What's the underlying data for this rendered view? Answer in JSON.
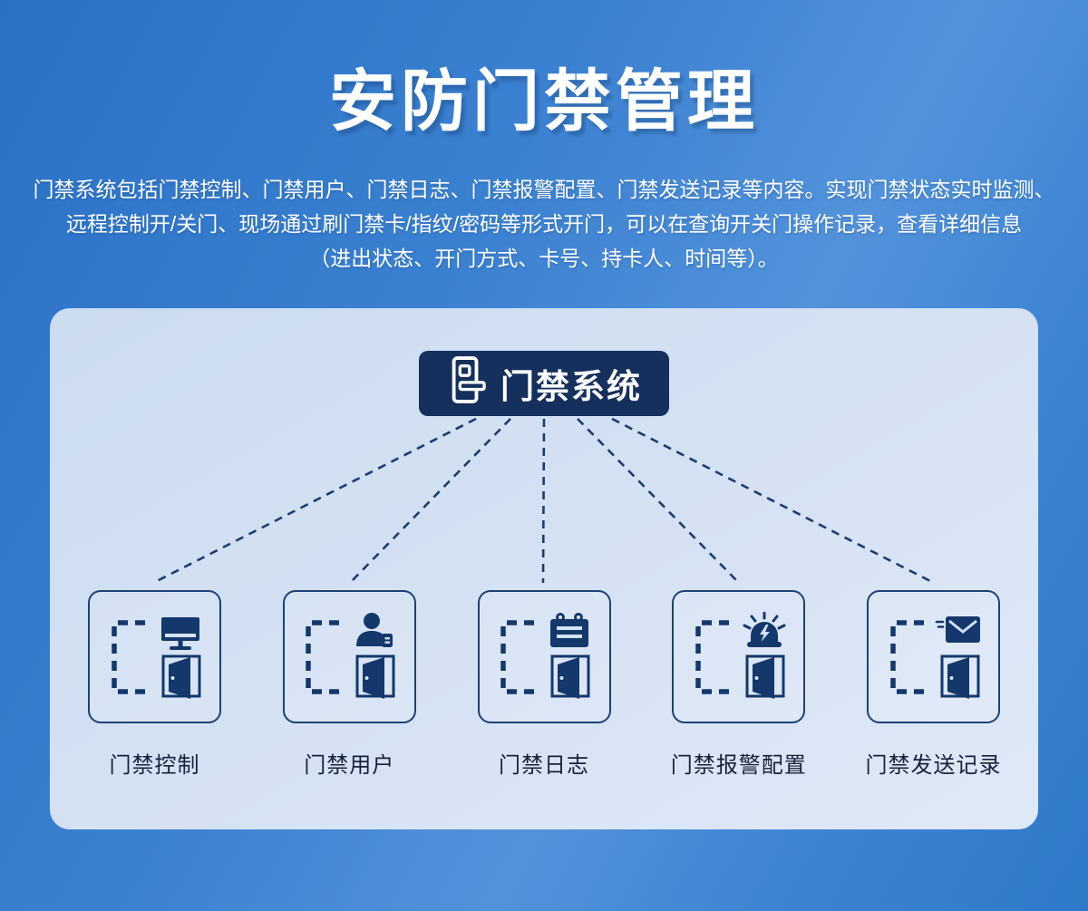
{
  "page": {
    "title": "安防门禁管理",
    "description_lines": [
      "门禁系统包括门禁控制、门禁用户、门禁日志、门禁报警配置、门禁发送记录等内容。实现门禁状态实时监测、",
      "远程控制开/关门、现场通过刷门禁卡/指纹/密码等形式开门，可以在查询开关门操作记录，查看详细信息",
      "（进出状态、开门方式、卡号、持卡人、时间等）。"
    ]
  },
  "diagram": {
    "root": {
      "label": "门禁系统",
      "icon": "door-lock-icon"
    },
    "nodes": [
      {
        "label": "门禁控制",
        "icon": "monitor-icon"
      },
      {
        "label": "门禁用户",
        "icon": "user-badge-icon"
      },
      {
        "label": "门禁日志",
        "icon": "calendar-log-icon"
      },
      {
        "label": "门禁报警配置",
        "icon": "alarm-siren-icon"
      },
      {
        "label": "门禁发送记录",
        "icon": "mail-send-icon"
      }
    ],
    "colors": {
      "page_gradient_start": "#2A71C6",
      "page_gradient_end": "#2F79CA",
      "panel_bg": "#D4E1F3",
      "root_bg": "#15305C",
      "icon_navy": "#14386B",
      "connector": "#1B3D6E",
      "label_text": "#18223A"
    }
  }
}
